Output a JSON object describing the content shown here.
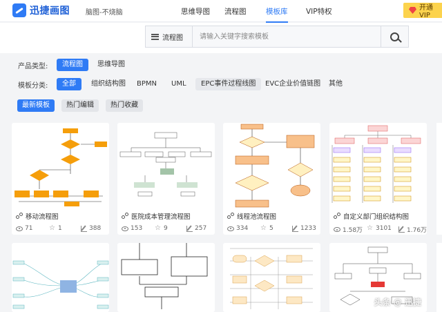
{
  "brand": {
    "name": "迅捷画图",
    "slogan": "脑图-不烧脑",
    "accent": "#2f7bf5"
  },
  "nav": [
    {
      "label": "思维导图"
    },
    {
      "label": "流程图"
    },
    {
      "label": "模板库"
    },
    {
      "label": "VIP特权"
    }
  ],
  "vip_button": {
    "label": "开通VIP"
  },
  "search": {
    "type_label": "流程图",
    "placeholder": "请输入关键字搜索模板",
    "value": ""
  },
  "filters": {
    "product_label": "产品类型:",
    "product_options": [
      "流程图",
      "思维导图"
    ],
    "product_selected": "流程图",
    "category_label": "模板分类:",
    "category_options": [
      "全部",
      "组织结构图",
      "BPMN",
      "UML",
      "EPC事件过程线图",
      "EVC企业价值链图",
      "其他"
    ],
    "category_selected": "全部"
  },
  "sort_tabs": [
    "最新模板",
    "热门编辑",
    "热门收藏"
  ],
  "sort_selected": "最新模板",
  "cards": [
    {
      "title": "移动流程图",
      "views": "71",
      "stars": "1",
      "edits": "388"
    },
    {
      "title": "医院成本管理流程图",
      "views": "153",
      "stars": "9",
      "edits": "257"
    },
    {
      "title": "线程池流程图",
      "views": "334",
      "stars": "5",
      "edits": "1233"
    },
    {
      "title": "自定义部门组织结构图",
      "views": "1.58万",
      "stars": "3101",
      "edits": "1.76万"
    }
  ],
  "watermark": "头条 @ 迅捷"
}
